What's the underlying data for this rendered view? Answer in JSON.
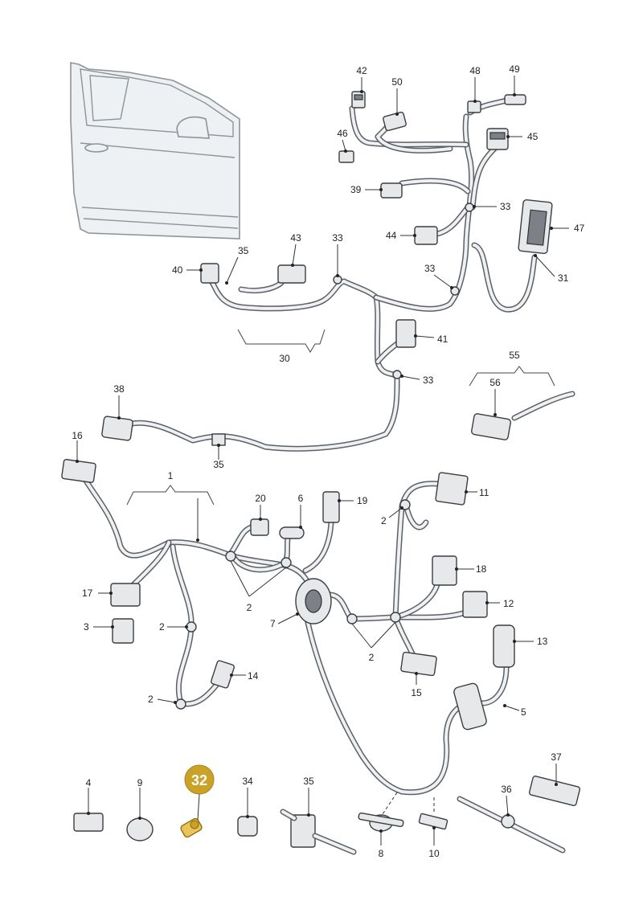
{
  "diagram": {
    "callouts": [
      {
        "id": "c42",
        "label": "42"
      },
      {
        "id": "c50",
        "label": "50"
      },
      {
        "id": "c48",
        "label": "48"
      },
      {
        "id": "c49",
        "label": "49"
      },
      {
        "id": "c46",
        "label": "46"
      },
      {
        "id": "c45",
        "label": "45"
      },
      {
        "id": "c39",
        "label": "39"
      },
      {
        "id": "c33a",
        "label": "33"
      },
      {
        "id": "c47",
        "label": "47"
      },
      {
        "id": "c44",
        "label": "44"
      },
      {
        "id": "c43",
        "label": "43"
      },
      {
        "id": "c33b",
        "label": "33"
      },
      {
        "id": "c35a",
        "label": "35"
      },
      {
        "id": "c40",
        "label": "40"
      },
      {
        "id": "c33c",
        "label": "33"
      },
      {
        "id": "c31",
        "label": "31"
      },
      {
        "id": "c41",
        "label": "41"
      },
      {
        "id": "c30",
        "label": "30"
      },
      {
        "id": "c33d",
        "label": "33"
      },
      {
        "id": "c55",
        "label": "55"
      },
      {
        "id": "c56",
        "label": "56"
      },
      {
        "id": "c38",
        "label": "38"
      },
      {
        "id": "c35b",
        "label": "35"
      },
      {
        "id": "c16",
        "label": "16"
      },
      {
        "id": "c1",
        "label": "1"
      },
      {
        "id": "c20",
        "label": "20"
      },
      {
        "id": "c6",
        "label": "6"
      },
      {
        "id": "c19",
        "label": "19"
      },
      {
        "id": "c11",
        "label": "11"
      },
      {
        "id": "c2a",
        "label": "2"
      },
      {
        "id": "c18",
        "label": "18"
      },
      {
        "id": "c17",
        "label": "17"
      },
      {
        "id": "c12",
        "label": "12"
      },
      {
        "id": "c2b",
        "label": "2"
      },
      {
        "id": "c7",
        "label": "7"
      },
      {
        "id": "c3",
        "label": "3"
      },
      {
        "id": "c2c",
        "label": "2"
      },
      {
        "id": "c13",
        "label": "13"
      },
      {
        "id": "c2d",
        "label": "2"
      },
      {
        "id": "c14",
        "label": "14"
      },
      {
        "id": "c15",
        "label": "15"
      },
      {
        "id": "c2e",
        "label": "2"
      },
      {
        "id": "c5",
        "label": "5"
      },
      {
        "id": "c37",
        "label": "37"
      },
      {
        "id": "c4",
        "label": "4"
      },
      {
        "id": "c9",
        "label": "9"
      },
      {
        "id": "c34",
        "label": "34"
      },
      {
        "id": "c35c",
        "label": "35"
      },
      {
        "id": "c36",
        "label": "36"
      },
      {
        "id": "c8",
        "label": "8"
      },
      {
        "id": "c10",
        "label": "10"
      }
    ],
    "highlight": {
      "label": "32",
      "color": "#c9a227"
    },
    "colors": {
      "wire": "#5c6066",
      "part": "#e6e8ea",
      "text": "#222222"
    }
  }
}
